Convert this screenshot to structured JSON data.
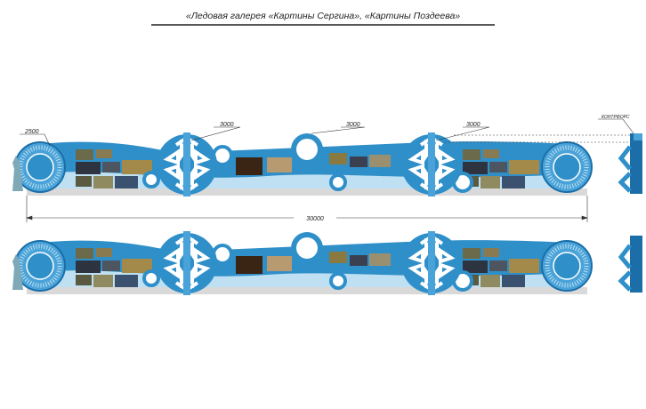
{
  "title": "«Ледовая галерея «Картины Сергина», «Картины Поздеева»",
  "dimensions": {
    "wheel_height": "2500",
    "snowflake_left": "3000",
    "medallion": "3000",
    "snowflake_right": "3000",
    "total_length": "30000",
    "buttress": "КОНТРФОРС"
  },
  "colors": {
    "primary": "#2f8fc9",
    "dark": "#1b6ea8",
    "light": "#bfe0f2",
    "ground": "#d9d9d9"
  }
}
